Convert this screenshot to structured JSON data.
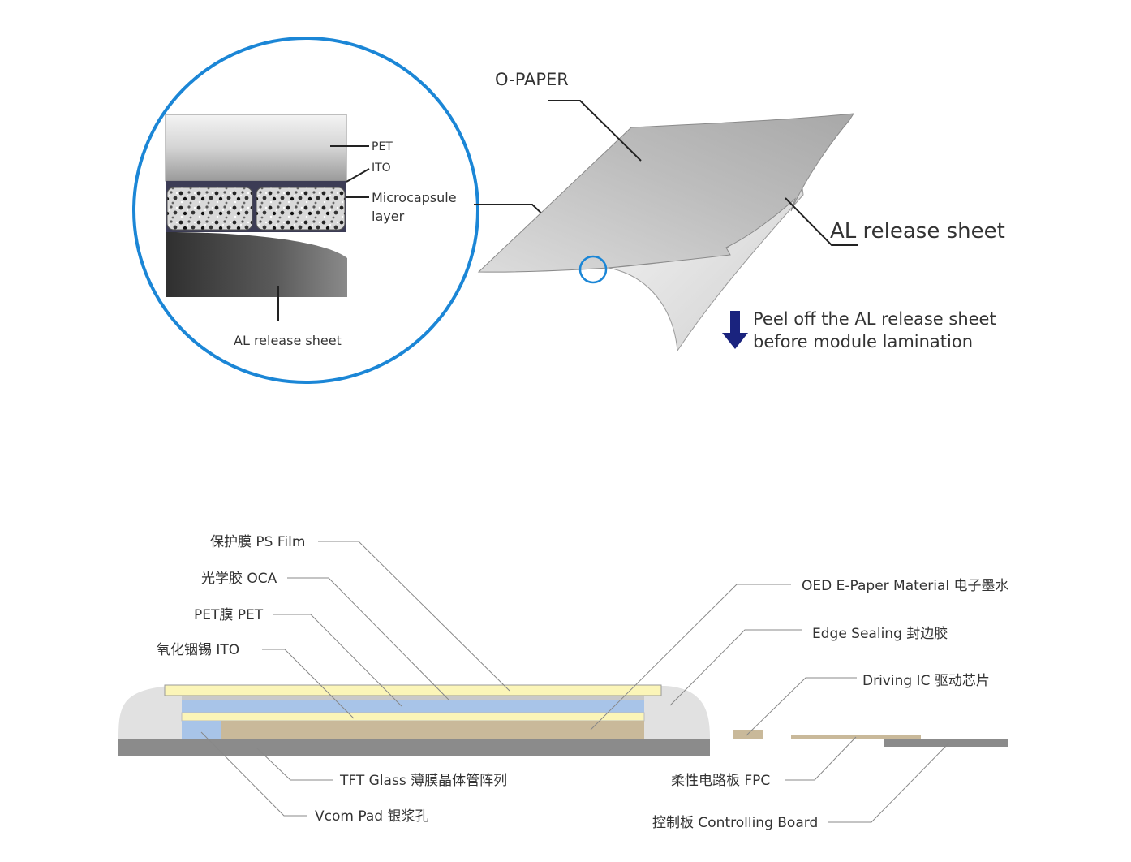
{
  "top_diagram": {
    "product_label": "O-PAPER",
    "al_release_label": "AL release sheet",
    "peel_line1": "Peel off the AL release sheet",
    "peel_line2": "before module  lamination",
    "zoom": {
      "pet_label": "PET",
      "ito_label": "ITO",
      "microcapsule_line1": "Microcapsule",
      "microcapsule_line2": "layer",
      "al_release_label": "AL release sheet"
    },
    "colors": {
      "zoom_circle": "#1b86d6",
      "arrow": "#1a237e"
    }
  },
  "bottom_diagram": {
    "left_labels": {
      "ps_film": "保护膜  PS Film",
      "oca": "光学胶  OCA",
      "pet": "PET膜  PET",
      "ito": "氧化铟锡  ITO"
    },
    "right_labels": {
      "oed": "OED E-Paper Material  电子墨水",
      "edge_sealing": "Edge Sealing  封边胶",
      "driving_ic": "Driving IC  驱动芯片"
    },
    "bottom_labels": {
      "tft_glass": "TFT Glass  薄膜晶体管阵列",
      "vcom_pad": "Vcom Pad  银浆孔",
      "fpc": "柔性电路板  FPC",
      "controlling_board": "控制板  Controlling Board"
    },
    "colors": {
      "ps_film": "#fbf5b8",
      "oca": "#a8c4e8",
      "pet": "#fbf5b8",
      "ito": "#a8c4e8",
      "oed": "#c9b99a",
      "edge_sealing": "#e1e1e1",
      "tft_glass": "#8b8b8b",
      "driving_ic": "#c9b99a"
    }
  }
}
